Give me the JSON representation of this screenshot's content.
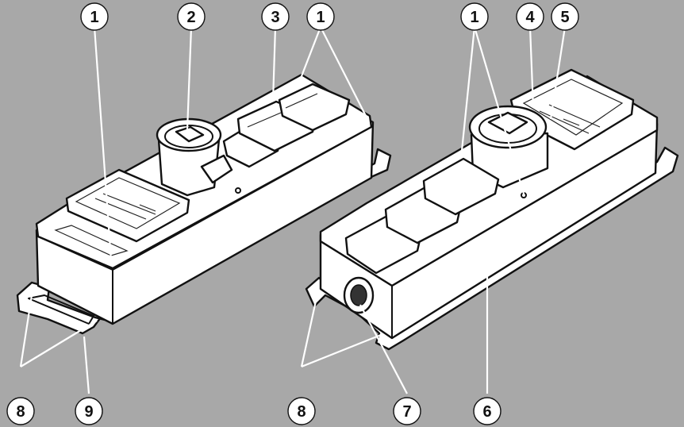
{
  "figure": {
    "background": "#a8a8a8",
    "callout_fill": "#ffffff",
    "callouts": [
      {
        "id": "c1a",
        "label": "1"
      },
      {
        "id": "c2",
        "label": "2"
      },
      {
        "id": "c3",
        "label": "3"
      },
      {
        "id": "c1b",
        "label": "1"
      },
      {
        "id": "c1c",
        "label": "1"
      },
      {
        "id": "c4",
        "label": "4"
      },
      {
        "id": "c5",
        "label": "5"
      },
      {
        "id": "c8a",
        "label": "8"
      },
      {
        "id": "c9",
        "label": "9"
      },
      {
        "id": "c8b",
        "label": "8"
      },
      {
        "id": "c7",
        "label": "7"
      },
      {
        "id": "c6",
        "label": "6"
      }
    ]
  }
}
